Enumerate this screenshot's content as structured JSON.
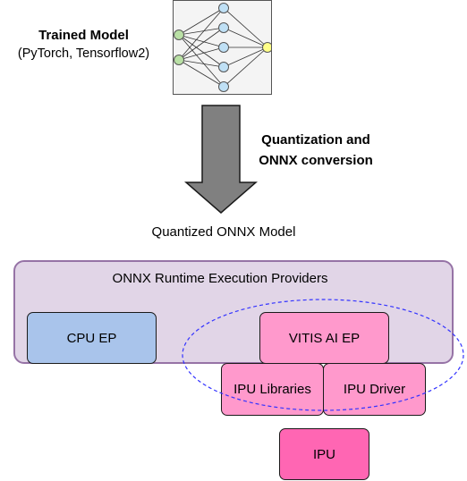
{
  "trained_model": {
    "title": "Trained Model",
    "subtitle": "(PyTorch, Tensorflow2)",
    "image_icon": "neural-network-icon"
  },
  "conversion": {
    "line1": "Quantization and",
    "line2": "ONNX conversion"
  },
  "onnx_model_label": "Quantized ONNX Model",
  "runtime": {
    "label": "ONNX Runtime Execution Providers"
  },
  "boxes": {
    "cpu_ep": "CPU EP",
    "vitis_ai_ep": "VITIS AI EP",
    "ipu_libraries": "IPU Libraries",
    "ipu_driver": "IPU Driver",
    "ipu": "IPU"
  },
  "colors": {
    "runtime_fill": "#e1d5e7",
    "runtime_border": "#9673a6",
    "cpu_fill": "#a9c4eb",
    "vitis_fill": "#ff99cc",
    "ipu_fill": "#ff66b3",
    "arrow_fill": "#808080",
    "dashed_outline": "#3333ff",
    "nn_input_node": "#b9e0a5",
    "nn_hidden_node": "#bfe0f5",
    "nn_output_node": "#ffff88"
  }
}
